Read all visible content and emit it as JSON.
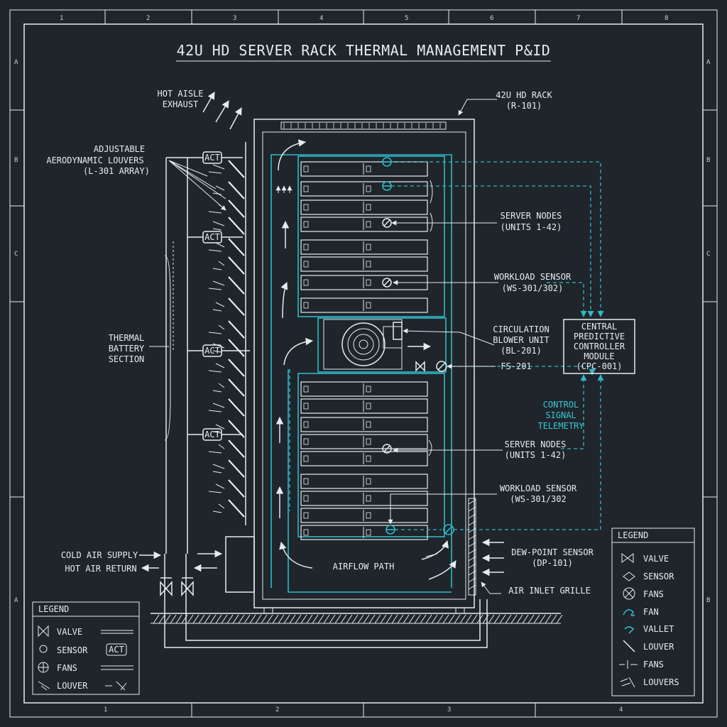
{
  "title": "42U HD SERVER RACK THERMAL MANAGEMENT P&ID",
  "border": {
    "columns": [
      "1",
      "2",
      "3",
      "4",
      "5",
      "6",
      "7",
      "8"
    ],
    "rows_left": [
      "A",
      "B",
      "C",
      "A"
    ],
    "rows_right": [
      "A",
      "B",
      "C",
      "B"
    ],
    "bottom_columns": [
      "1",
      "2",
      "3",
      "4"
    ]
  },
  "labels": {
    "hot_aisle_1": "HOT AISLE",
    "hot_aisle_2": "EXHAUST",
    "rack_1": "42U HD RACK",
    "rack_2": "(R-101)",
    "louvers_1": "ADJUSTABLE",
    "louvers_2": "AERODYNAMIC LOUVERS",
    "louvers_3": "(L-301 ARRAY)",
    "servers_top_1": "SERVER NODES",
    "servers_top_2": "(UNITS 1-42)",
    "ws_top_1": "WORKLOAD SENSOR",
    "ws_top_2": "(WS-301/302)",
    "thermal_1": "THERMAL",
    "thermal_2": "BATTERY",
    "thermal_3": "SECTION",
    "blower_1": "CIRCULATION",
    "blower_2": "BLOWER UNIT",
    "blower_3": "(BL-201)",
    "fs": "FS-201",
    "controller_1": "CENTRAL",
    "controller_2": "PREDICTIVE",
    "controller_3": "CONTROLLER",
    "controller_4": "MODULE",
    "controller_5": "(CPC-001)",
    "telemetry_1": "CONTROL",
    "telemetry_2": "SIGNAL",
    "telemetry_3": "TELEMETRY",
    "servers_bot_1": "SERVER NODES",
    "servers_bot_2": "(UNITS 1-42)",
    "ws_bot_1": "WORKLOAD SENSOR",
    "ws_bot_2": "(WS-301/302",
    "cold_air": "COLD AIR SUPPLY",
    "hot_air": "HOT AIR RETURN",
    "airflow": "AIRFLOW PATH",
    "dew_1": "DEW-POINT SENSOR",
    "dew_2": "(DP-101)",
    "grille": "AIR INLET GRILLE",
    "act": "ACT"
  },
  "legend_left": {
    "title": "LEGEND",
    "items": [
      "VALVE",
      "SENSOR",
      "FANS",
      "LOUVER"
    ],
    "act": "ACT"
  },
  "legend_right": {
    "title": "LEGEND",
    "items": [
      "VALVE",
      "SENSOR",
      "FANS",
      "FAN",
      "VALLET",
      "LOUVER",
      "FANS",
      "LOUVERS"
    ]
  },
  "colors": {
    "background": "#1f252b",
    "line": "#e6ebef",
    "accent": "#2fb9c8"
  }
}
